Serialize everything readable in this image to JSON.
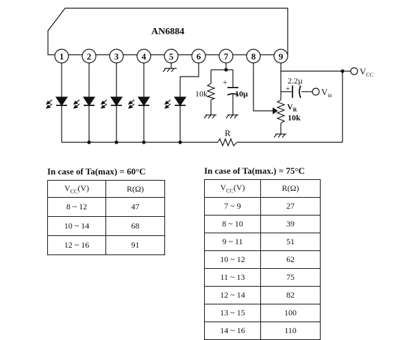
{
  "chip": {
    "name": "AN6884"
  },
  "pins": [
    "1",
    "2",
    "3",
    "4",
    "5",
    "6",
    "7",
    "8",
    "9"
  ],
  "components": {
    "r7": "10k",
    "c7": "10µ",
    "c7_polarity": "+",
    "cin": "2.2µ",
    "cin_polarity": "+",
    "vin": "V",
    "vin_sub": "in",
    "vr": "V",
    "vr_sub": "R",
    "vr_value": "10k",
    "vcc": "V",
    "vcc_sub": "CC",
    "r_series": "R"
  },
  "table1": {
    "caption": "In case of Ta(max) = 60°C",
    "header_v": "V",
    "header_v_sub": "CC",
    "header_v_unit": "(V)",
    "header_r": "R(Ω)",
    "rows": [
      {
        "v": "8 ~ 12",
        "r": "47"
      },
      {
        "v": "10 ~ 14",
        "r": "68"
      },
      {
        "v": "12 ~ 16",
        "r": "91"
      }
    ]
  },
  "table2": {
    "caption": "In case of Ta(max.) = 75°C",
    "header_v": "V",
    "header_v_sub": "CC",
    "header_v_unit": "(V)",
    "header_r": "R(Ω)",
    "rows": [
      {
        "v": "7 ~ 9",
        "r": "27"
      },
      {
        "v": "8 ~ 10",
        "r": "39"
      },
      {
        "v": "9 ~ 11",
        "r": "51"
      },
      {
        "v": "10 ~ 12",
        "r": "62"
      },
      {
        "v": "11 ~ 13",
        "r": "75"
      },
      {
        "v": "12 ~ 14",
        "r": "82"
      },
      {
        "v": "13 ~ 15",
        "r": "100"
      },
      {
        "v": "14 ~ 16",
        "r": "110"
      }
    ]
  }
}
